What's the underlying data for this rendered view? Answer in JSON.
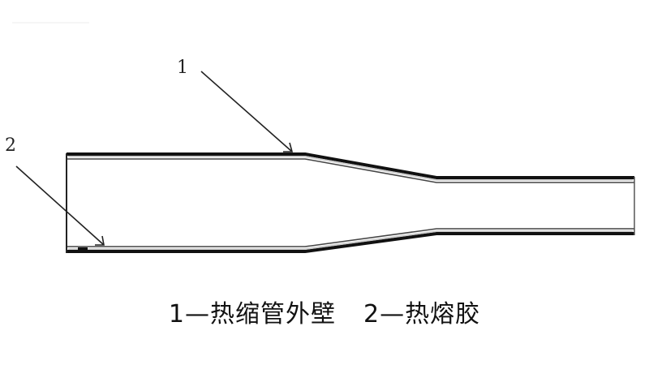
{
  "diagram": {
    "title": "Heat shrink tube with hot-melt adhesive cross-section",
    "callouts": [
      {
        "id": "1",
        "label": "1"
      },
      {
        "id": "2",
        "label": "2"
      }
    ],
    "stroke_color": "#111111"
  },
  "caption": {
    "item1": "1—热缩管外壁",
    "item2": "2—热熔胶"
  }
}
